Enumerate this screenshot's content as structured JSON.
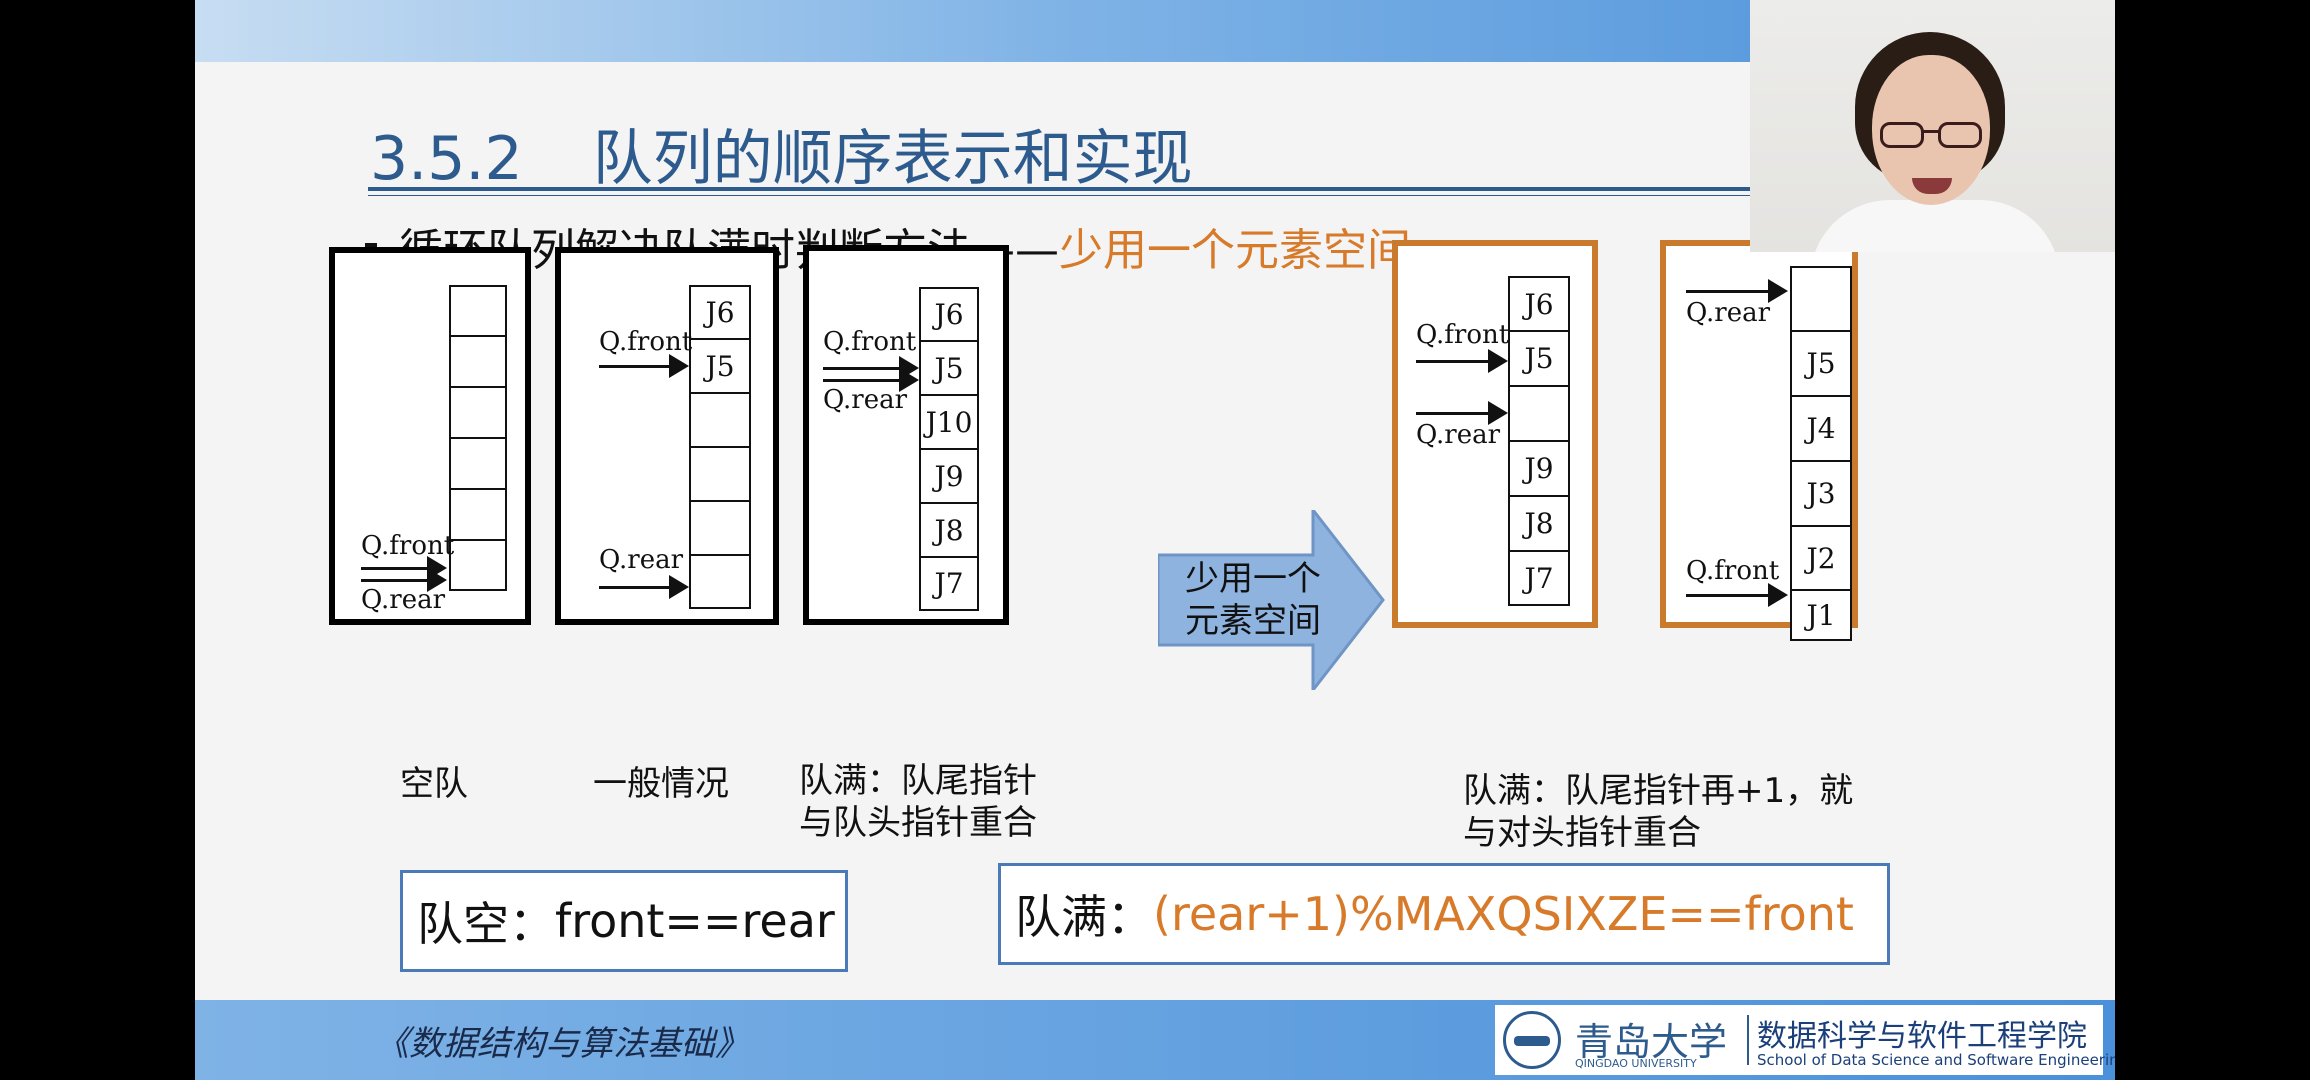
{
  "slide": {
    "section_number": "3.5.2",
    "section_title": "队列的顺序表示和实现",
    "bullet_main": "循环队列解决队满时判断方法——",
    "bullet_highlight": "少用一个元素空间:"
  },
  "diagrams": {
    "empty": {
      "cells": [
        "",
        "",
        "",
        "",
        "",
        ""
      ],
      "front_label": "Q.front",
      "rear_label": "Q.rear",
      "caption": "空队"
    },
    "general": {
      "cells": [
        "J6",
        "J5",
        "",
        "",
        "",
        ""
      ],
      "front_label": "Q.front",
      "rear_label": "Q.rear",
      "caption": "一般情况"
    },
    "full_overlap": {
      "cells": [
        "J6",
        "J5",
        "J10",
        "J9",
        "J8",
        "J7"
      ],
      "front_label": "Q.front",
      "rear_label": "Q.rear",
      "caption_line1": "队满：队尾指针",
      "caption_line2": "与队头指针重合"
    },
    "transition": {
      "line1": "少用一个",
      "line2": "元素空间"
    },
    "full_reserved_a": {
      "cells": [
        "J6",
        "J5",
        "",
        "J9",
        "J8",
        "J7"
      ],
      "front_label": "Q.front",
      "rear_label": "Q.rear"
    },
    "full_reserved_b": {
      "cells": [
        "",
        "J5",
        "J4",
        "J3",
        "J2",
        "J1"
      ],
      "front_label": "Q.front",
      "rear_label": "Q.rear"
    },
    "full_reserved_caption_line1": "队满：队尾指针再+1，就",
    "full_reserved_caption_line2": "与对头指针重合"
  },
  "conditions": {
    "empty_prefix": "队空：",
    "empty_expr": "front==rear",
    "full_prefix": "队满：",
    "full_expr": "(rear+1)%MAXQSIXZE==front"
  },
  "footer": {
    "book_title": "《数据结构与算法基础》",
    "university_cn": "青岛大学",
    "university_en": "QINGDAO UNIVERSITY",
    "dept_cn": "数据科学与软件工程学院",
    "dept_en": "School of Data Science and Software Engineering"
  },
  "colors": {
    "title_blue": "#2d5b8e",
    "highlight_orange": "#d77a2a",
    "box_orange": "#c97a2c",
    "arrow_blue": "#8fb3df"
  }
}
